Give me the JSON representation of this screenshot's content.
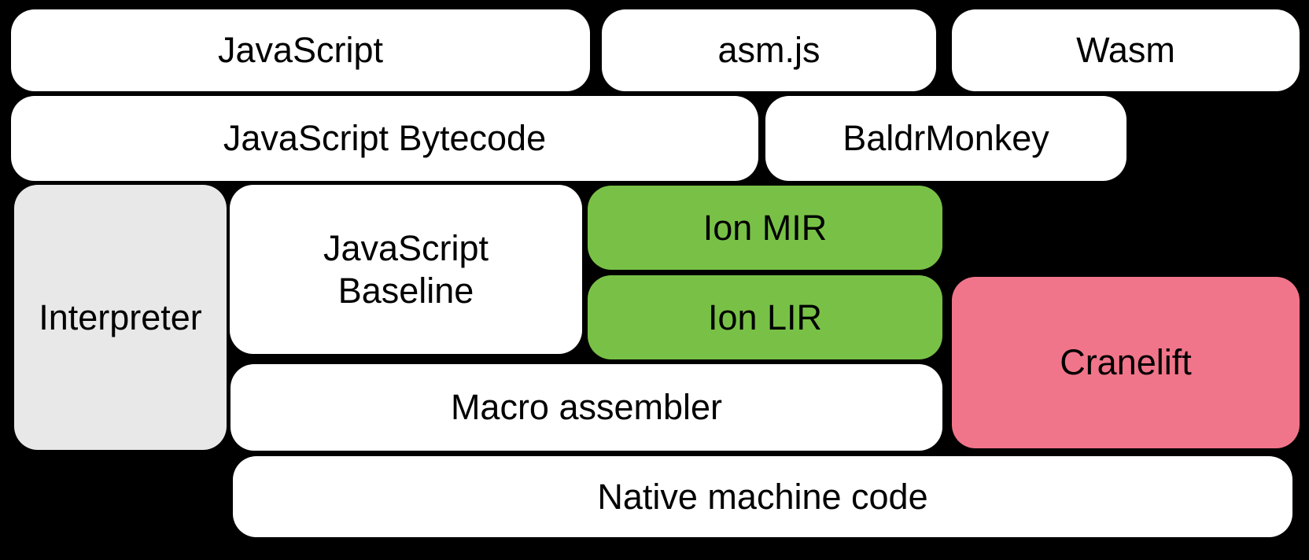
{
  "diagram": {
    "background": "#000000",
    "text_color": "#000000",
    "colors": {
      "white_box": "#ffffff",
      "gray_box": "#e8e8e8",
      "green_box": "#78c146",
      "pink_box": "#f1758a"
    },
    "nodes": {
      "javascript": {
        "label": "JavaScript",
        "fill": "#ffffff"
      },
      "asmjs": {
        "label": "asm.js",
        "fill": "#ffffff"
      },
      "wasm": {
        "label": "Wasm",
        "fill": "#ffffff"
      },
      "bytecode": {
        "label": "JavaScript Bytecode",
        "fill": "#ffffff"
      },
      "baldrmonkey": {
        "label": "BaldrMonkey",
        "fill": "#ffffff"
      },
      "interpreter": {
        "label": "Interpreter",
        "fill": "#e8e8e8"
      },
      "baseline": {
        "label": "JavaScript\nBaseline",
        "fill": "#ffffff"
      },
      "ion_mir": {
        "label": "Ion MIR",
        "fill": "#78c146"
      },
      "ion_lir": {
        "label": "Ion LIR",
        "fill": "#78c146"
      },
      "cranelift": {
        "label": "Cranelift",
        "fill": "#f1758a"
      },
      "macro_assembler": {
        "label": "Macro assembler",
        "fill": "#ffffff"
      },
      "native_machine_code": {
        "label": "Native machine code",
        "fill": "#ffffff"
      }
    }
  }
}
